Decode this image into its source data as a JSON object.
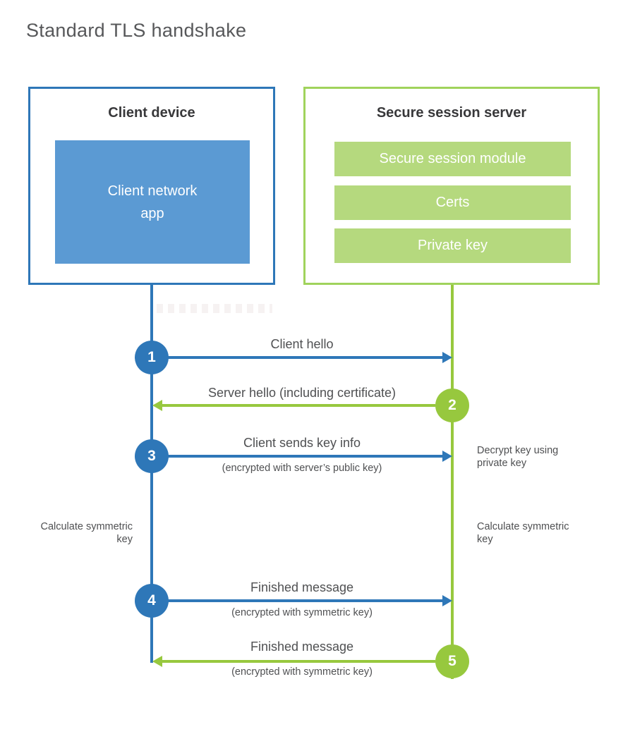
{
  "page_title": "Standard TLS handshake",
  "client_box": {
    "title": "Client device",
    "app_label": "Client network app"
  },
  "server_box": {
    "title": "Secure session server",
    "modules": [
      "Secure session module",
      "Certs",
      "Private key"
    ]
  },
  "messages": [
    {
      "num": "1",
      "from": "client",
      "to": "server",
      "label": "Client hello",
      "sub": ""
    },
    {
      "num": "2",
      "from": "server",
      "to": "client",
      "label": "Server hello (including certificate)",
      "sub": ""
    },
    {
      "num": "3",
      "from": "client",
      "to": "server",
      "label": "Client sends key info",
      "sub": "(encrypted with server’s public key)"
    },
    {
      "num": "4",
      "from": "client",
      "to": "server",
      "label": "Finished message",
      "sub": "(encrypted with symmetric key)"
    },
    {
      "num": "5",
      "from": "server",
      "to": "client",
      "label": "Finished message",
      "sub": "(encrypted with symmetric key)"
    }
  ],
  "side_notes": {
    "decrypt_right": "Decrypt key using private key",
    "calc_left": "Calculate symmetric key",
    "calc_right": "Calculate symmetric key"
  },
  "colors": {
    "blue": "#2e77b8",
    "blue_light": "#5b9ad3",
    "green": "#97c83e",
    "green_border": "#a0d35c",
    "green_light": "#b5d97e",
    "text_dark": "#38383a",
    "text_gray": "#4f5052",
    "title_gray": "#57585a"
  }
}
